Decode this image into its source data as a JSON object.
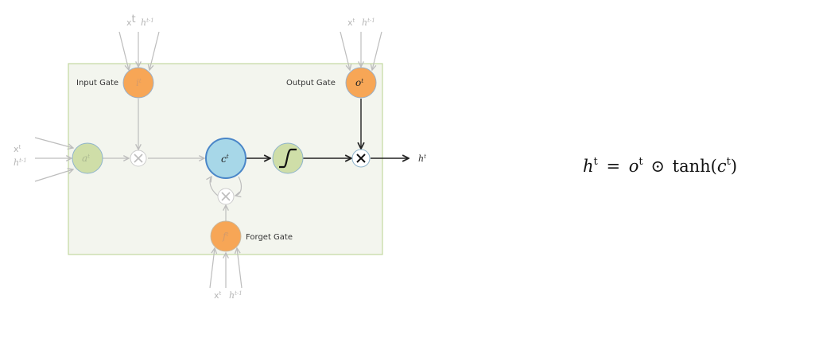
{
  "diagram": {
    "title": "LSTM output step",
    "colors": {
      "box_fill": "#f3f5ee",
      "box_border": "#c3d9a0",
      "gate_fill": "#f7a656",
      "cell_fill": "#a7d7e8",
      "cell_border": "#4a86c8",
      "activation_fill": "#cfdea8",
      "inactive_line": "#bdbdbd",
      "active_line": "#222222"
    },
    "gates": {
      "input": {
        "label": "Input Gate",
        "symbol": "i",
        "sup": "t"
      },
      "output": {
        "label": "Output Gate",
        "symbol": "o",
        "sup": "t"
      },
      "forget": {
        "label": "Forget Gate",
        "symbol": "f",
        "sup": "t"
      }
    },
    "inputs": {
      "x": "x",
      "x_sup": "t",
      "h": "h",
      "h_sup": "t-1"
    },
    "nodes": {
      "candidate": {
        "symbol": "a",
        "sup": "t"
      },
      "cell": {
        "symbol": "c",
        "sup": "t"
      },
      "multiply": "×"
    },
    "output": {
      "symbol": "h",
      "sup": "t"
    }
  },
  "equation": {
    "lhs": "h",
    "lhs_sup": "t",
    "equals": "=",
    "o": "o",
    "o_sup": "t",
    "op": "⊙",
    "fn": "tanh(",
    "c": "c",
    "c_sup": "t",
    "close": ")"
  }
}
